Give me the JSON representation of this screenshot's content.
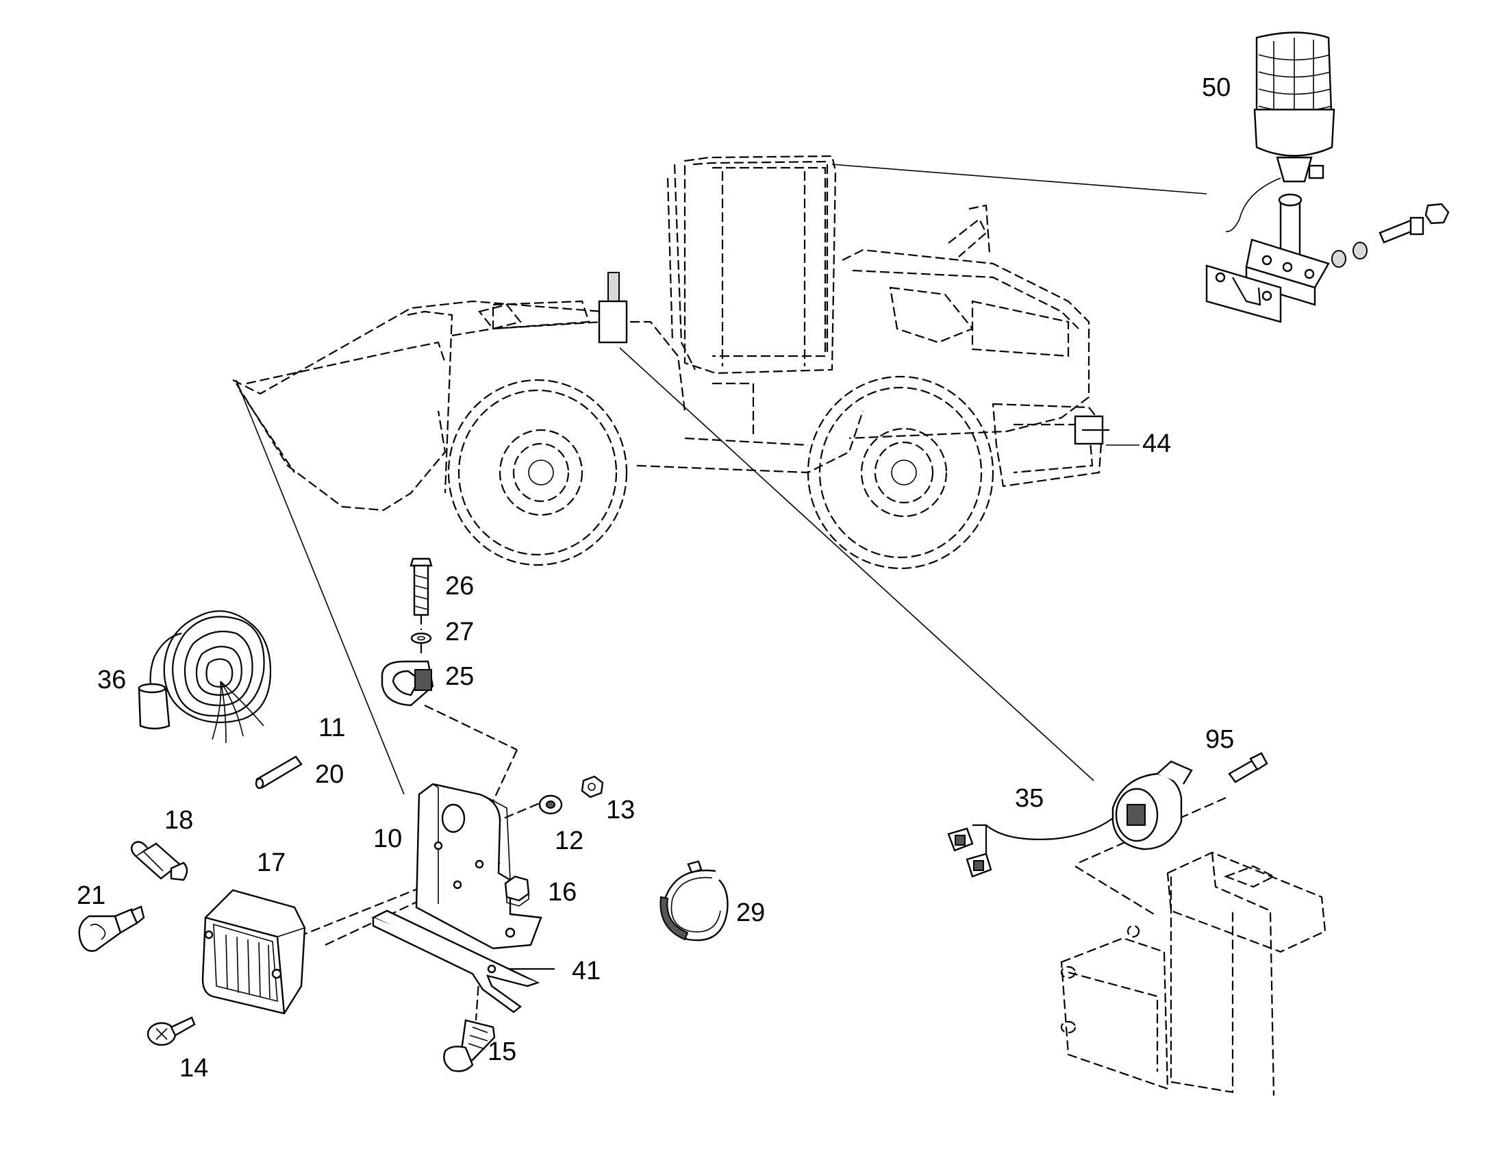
{
  "diagram": {
    "callouts": [
      {
        "id": "50",
        "label": "50"
      },
      {
        "id": "44",
        "label": "44"
      },
      {
        "id": "26",
        "label": "26"
      },
      {
        "id": "27",
        "label": "27"
      },
      {
        "id": "25",
        "label": "25"
      },
      {
        "id": "36",
        "label": "36"
      },
      {
        "id": "11",
        "label": "11"
      },
      {
        "id": "20",
        "label": "20"
      },
      {
        "id": "10",
        "label": "10"
      },
      {
        "id": "13",
        "label": "13"
      },
      {
        "id": "12",
        "label": "12"
      },
      {
        "id": "18",
        "label": "18"
      },
      {
        "id": "17",
        "label": "17"
      },
      {
        "id": "21",
        "label": "21"
      },
      {
        "id": "16",
        "label": "16"
      },
      {
        "id": "29",
        "label": "29"
      },
      {
        "id": "41",
        "label": "41"
      },
      {
        "id": "14",
        "label": "14"
      },
      {
        "id": "15",
        "label": "15"
      },
      {
        "id": "35",
        "label": "35"
      },
      {
        "id": "95",
        "label": "95"
      }
    ]
  }
}
